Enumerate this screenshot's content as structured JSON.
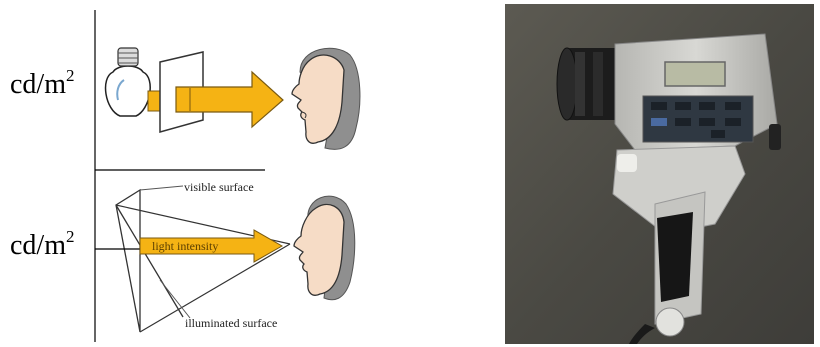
{
  "diagram": {
    "top_unit": {
      "base": "cd/m",
      "exp": "2"
    },
    "bottom_unit": {
      "base": "cd/m",
      "exp": "2"
    },
    "label_visible_surface": "visible surface",
    "label_light_intensity": "light intensity",
    "label_illuminated_surface": "illuminated surface"
  },
  "colors": {
    "arrow_fill": "#f5b314",
    "arrow_stroke": "#7a5a10",
    "skin": "#f6dcc6",
    "hair": "#8f8f8f",
    "photo_bg": "#4a4a45",
    "device_body": "#c9c9c6"
  },
  "photo": {
    "subject": "handheld luminance meter"
  }
}
